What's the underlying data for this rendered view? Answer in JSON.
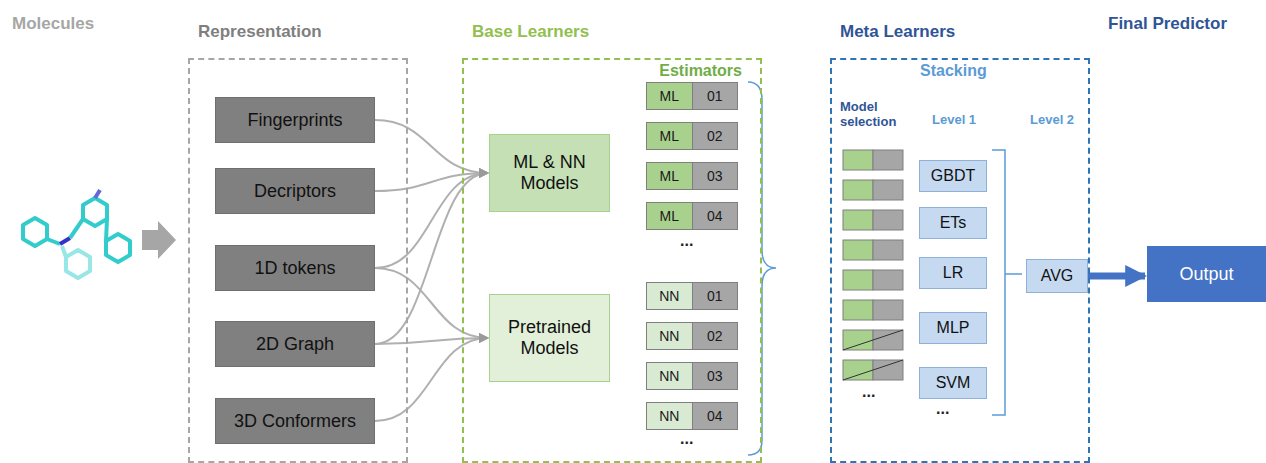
{
  "diagram": {
    "nodes": [
      {
        "text": [
          "Representation"
        ]
      },
      {
        "text": [
          "Fingerprints"
        ],
        "in": 0
      },
      {
        "text": [
          "Decriptors"
        ],
        "in": 0
      },
      {
        "text": [
          "1D tokens"
        ],
        "in": 0
      },
      {
        "text": [
          "2D Graph"
        ],
        "in": 0
      },
      {
        "text": [
          "3D Conformers"
        ],
        "in": 0
      },
      {
        "text": [
          "Base Learners",
          "Estimators"
        ]
      },
      {
        "text": [
          "ML & NN Models"
        ],
        "in": 6
      },
      {
        "text": [
          "Pretrained Models"
        ],
        "in": 6
      },
      {
        "text": [
          "ML",
          "01"
        ],
        "in": 6
      },
      {
        "text": [
          "ML",
          "02"
        ],
        "in": 6
      },
      {
        "text": [
          "ML",
          "03"
        ],
        "in": 6
      },
      {
        "text": [
          "ML",
          "04"
        ],
        "in": 6
      },
      {
        "text": [
          "NN",
          "01"
        ],
        "in": 6
      },
      {
        "text": [
          "NN",
          "02"
        ],
        "in": 6
      },
      {
        "text": [
          "NN",
          "03"
        ],
        "in": 6
      },
      {
        "text": [
          "NN",
          "04"
        ],
        "in": 6
      },
      {
        "text": [
          "Meta Learners",
          "Stacking"
        ]
      },
      {
        "text": [
          "GBDT"
        ],
        "in": 17
      },
      {
        "text": [
          "ETs"
        ],
        "in": 17
      },
      {
        "text": [
          "LR"
        ],
        "in": 17
      },
      {
        "text": [
          "MLP"
        ],
        "in": 17
      },
      {
        "text": [
          "SVM"
        ],
        "in": 17
      },
      {
        "text": [
          "AVG"
        ],
        "in": 17
      },
      {
        "text": [
          "Output"
        ]
      }
    ],
    "edges": [
      {
        "from": 1,
        "to": 7,
        "arrow": "to"
      },
      {
        "from": 2,
        "to": 7,
        "arrow": "to"
      },
      {
        "from": 3,
        "to": 7,
        "arrow": "to"
      },
      {
        "from": 3,
        "to": 8,
        "arrow": "to"
      },
      {
        "from": 4,
        "to": 7,
        "arrow": "to"
      },
      {
        "from": 4,
        "to": 8,
        "arrow": "to"
      },
      {
        "from": 5,
        "to": 8,
        "arrow": "to"
      },
      {
        "from": 23,
        "to": 24,
        "arrow": "to"
      }
    ],
    "labels": [
      "Molecules",
      "Final Predictor",
      "Model selection",
      "Level 1",
      "Level 2",
      "...",
      "...",
      "...",
      "..."
    ]
  }
}
